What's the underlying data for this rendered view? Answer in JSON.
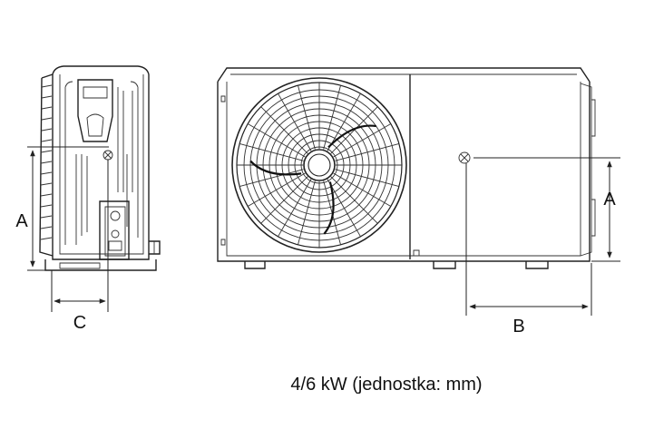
{
  "labels": {
    "side_height": "A",
    "side_depth": "C",
    "front_height": "A",
    "front_width": "B"
  },
  "caption": "4/6 kW (jednostka: mm)",
  "colors": {
    "line": "#222222",
    "background": "#ffffff"
  }
}
